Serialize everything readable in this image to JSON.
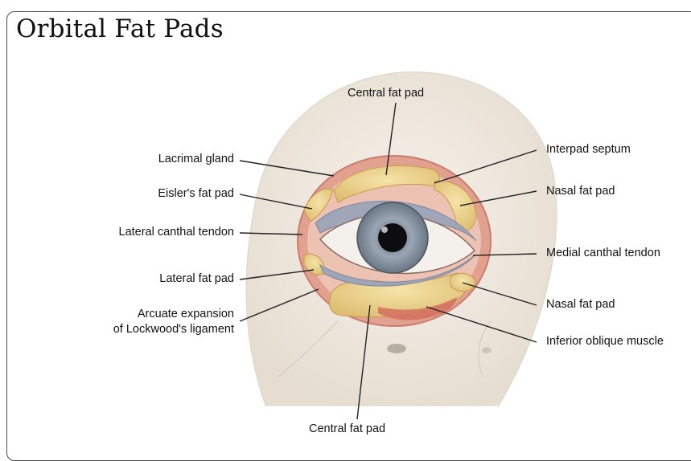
{
  "title": "Orbital Fat Pads",
  "labels": {
    "central_fat_pad_top": "Central fat pad",
    "lacrimal_gland": "Lacrimal gland",
    "eislers_fat_pad": "Eisler's fat pad",
    "lateral_canthal_tendon": "Lateral canthal tendon",
    "lateral_fat_pad": "Lateral fat pad",
    "arcuate_line1": "Arcuate expansion",
    "arcuate_line2": "of Lockwood's ligament",
    "interpad_septum": "Interpad septum",
    "nasal_fat_pad_upper": "Nasal fat pad",
    "medial_canthal_tendon": "Medial canthal tendon",
    "nasal_fat_pad_lower": "Nasal fat pad",
    "inferior_oblique_muscle": "Inferior oblique muscle",
    "central_fat_pad_bottom": "Central fat pad"
  },
  "colors": {
    "skin": "#efe9e0",
    "fat": "#ead48c",
    "muscle": "#d88878",
    "iris": "#8d98a8",
    "sclera": "#f4f1ec"
  }
}
